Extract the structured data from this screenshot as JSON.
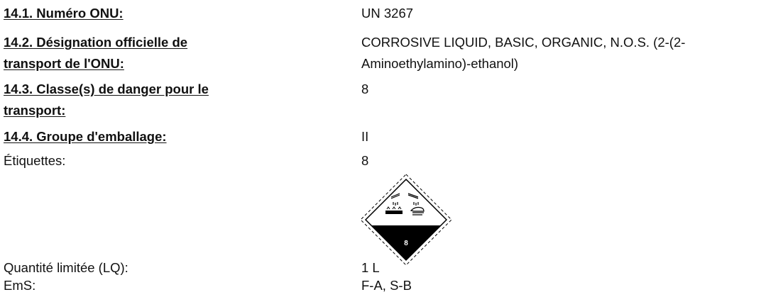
{
  "rows": [
    {
      "label": "14.1. Numéro ONU:",
      "value": "UN 3267"
    },
    {
      "label": "14.2. Désignation officielle de transport de l'ONU:",
      "value": "CORROSIVE LIQUID, BASIC, ORGANIC, N.O.S. (2-(2-Aminoethylamino)-ethanol)"
    },
    {
      "label": "14.3. Classe(s) de danger pour le transport:",
      "value": "8"
    },
    {
      "label": "14.4. Groupe d'emballage:",
      "value": "II"
    },
    {
      "label": "Étiquettes:",
      "value": "8"
    },
    {
      "label": "Quantité limitée (LQ):",
      "value": "1 L"
    },
    {
      "label": "EmS:",
      "value": "F-A, S-B"
    }
  ],
  "placard": {
    "icon": "corrosive-hazard-icon",
    "class_number": "8"
  },
  "colors": {
    "text": "#111111",
    "placard_fill": "#000000",
    "placard_background": "#ffffff"
  }
}
